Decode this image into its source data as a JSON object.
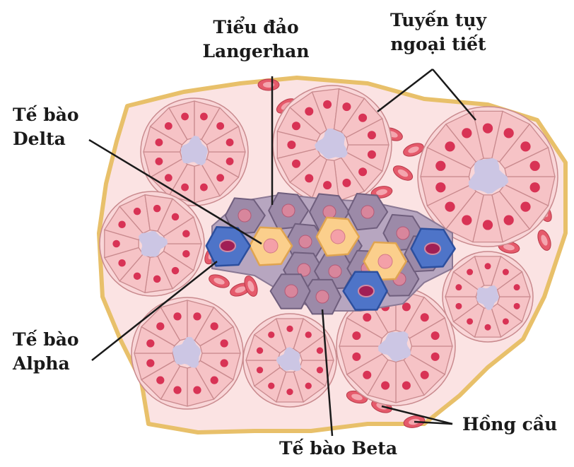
{
  "labels": {
    "islet": [
      "Tiểu đảo",
      "Langerhan"
    ],
    "exocrine": [
      "Tuyến tụy",
      "ngoại tiết"
    ],
    "delta": [
      "Tế bào",
      "Delta"
    ],
    "alpha": [
      "Tế bào",
      "Alpha"
    ],
    "beta": "Tế bào Beta",
    "rbc": "Hồng cầu"
  },
  "colors": {
    "tissue_outline": "#e8c06a",
    "tissue_fill": "#fbe3e3",
    "acinar_cell": "#f6c3c6",
    "acinar_stroke": "#c98a8e",
    "nucleus": "#d83355",
    "lumen": "#ccc6e4",
    "beta_cell": "#9c8aa8",
    "beta_nucleus": "#d8869c",
    "delta_cell": "#fbcf8c",
    "alpha_cell": "#4e74c8",
    "alpha_nucleus": "#a01f55",
    "red_blood_cell": "#e55a6b"
  }
}
